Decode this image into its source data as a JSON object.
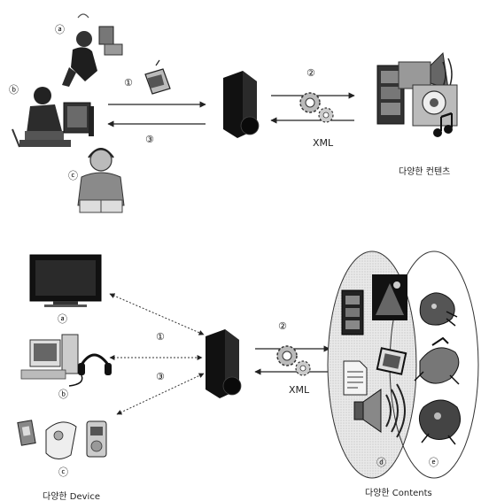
{
  "top": {
    "users": [
      "ⓐ",
      "ⓑ",
      "ⓒ"
    ],
    "arrows": [
      "①",
      "②",
      "③"
    ],
    "xml": "XML",
    "contents": "다양한 컨텐츠"
  },
  "bottom": {
    "devices": [
      "ⓐ",
      "ⓑ",
      "ⓒ"
    ],
    "arrows": [
      "①",
      "②",
      "③"
    ],
    "xml": "XML",
    "groups": [
      "ⓓ",
      "ⓔ"
    ],
    "devices_label": "다양한 Device",
    "contents_label": "다양한 Contents"
  }
}
